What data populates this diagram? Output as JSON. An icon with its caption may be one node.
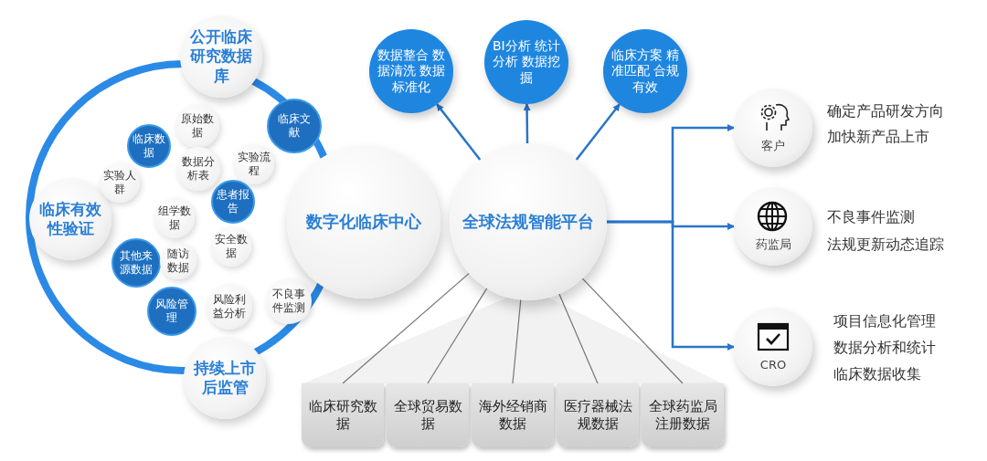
{
  "diagram": {
    "nodes": [
      {
        "text": [
          "公开临床研究数据库"
        ]
      },
      {
        "text": [
          "临床有效性验证"
        ]
      },
      {
        "text": [
          "持续上市后监管"
        ]
      },
      {
        "text": [
          "原始数据"
        ]
      },
      {
        "text": [
          "临床数据"
        ]
      },
      {
        "text": [
          "临床文献"
        ]
      },
      {
        "text": [
          "实验流程"
        ]
      },
      {
        "text": [
          "实验人群"
        ]
      },
      {
        "text": [
          "数据分析表"
        ]
      },
      {
        "text": [
          "患者报告"
        ]
      },
      {
        "text": [
          "组学数据"
        ]
      },
      {
        "text": [
          "安全数据"
        ]
      },
      {
        "text": [
          "其他来源数据"
        ]
      },
      {
        "text": [
          "随访数据"
        ]
      },
      {
        "text": [
          "风险管理"
        ]
      },
      {
        "text": [
          "风险利益分析"
        ]
      },
      {
        "text": [
          "不良事件监测"
        ]
      },
      {
        "text": [
          "数字化临床中心"
        ]
      },
      {
        "text": [
          "全球法规智能平台"
        ]
      },
      {
        "text": [
          "数据整合 数据清洗 数据标准化"
        ]
      },
      {
        "text": [
          "BI分析 统计分析 数据挖掘"
        ]
      },
      {
        "text": [
          "临床方案 精准匹配 合规有效"
        ]
      },
      {
        "text": [
          "客户"
        ],
        "beside": [
          "确定产品研发方向",
          "加快新产品上市"
        ]
      },
      {
        "text": [
          "药监局"
        ],
        "beside": [
          "不良事件监测",
          "法规更新动态追踪"
        ]
      },
      {
        "text": [
          "CRO"
        ],
        "beside": [
          "项目信息化管理",
          "数据分析和统计",
          "临床数据收集"
        ]
      },
      {
        "text": [
          "临床研究数据"
        ]
      },
      {
        "text": [
          "全球贸易数据"
        ]
      },
      {
        "text": [
          "海外经销商数据"
        ]
      },
      {
        "text": [
          "医疗器械法规数据"
        ]
      },
      {
        "text": [
          "全球药监局注册数据"
        ]
      }
    ],
    "edges": [
      {
        "from": 18,
        "to": 19,
        "arrow": "to"
      },
      {
        "from": 18,
        "to": 20,
        "arrow": "to"
      },
      {
        "from": 18,
        "to": 21,
        "arrow": "to"
      },
      {
        "from": 18,
        "to": 22,
        "arrow": "to"
      },
      {
        "from": 18,
        "to": 23,
        "arrow": "to"
      },
      {
        "from": 18,
        "to": 24,
        "arrow": "to"
      },
      {
        "from": 18,
        "to": 25,
        "arrow": "none"
      },
      {
        "from": 18,
        "to": 26,
        "arrow": "none"
      },
      {
        "from": 18,
        "to": 27,
        "arrow": "none"
      },
      {
        "from": 18,
        "to": 28,
        "arrow": "none"
      },
      {
        "from": 18,
        "to": 29,
        "arrow": "none"
      }
    ]
  }
}
